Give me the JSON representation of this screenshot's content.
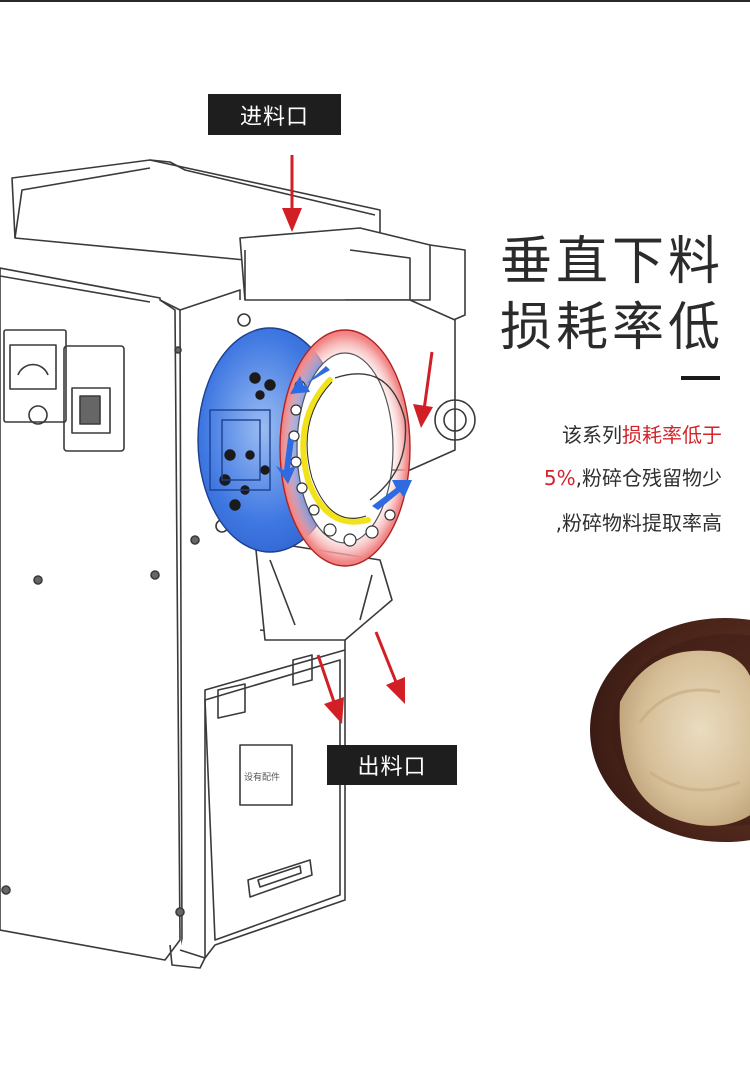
{
  "labels": {
    "feed_inlet": "进料口",
    "discharge_outlet": "出料口"
  },
  "headline": {
    "line1": "垂直下料",
    "line2": "损耗率低"
  },
  "description": {
    "line1_prefix": "该系列",
    "line1_highlight": "损耗率低于",
    "line2_highlight": "5%",
    "line2_rest": ",粉碎仓残留物少",
    "line3": ",粉碎物料提取率高"
  },
  "colors": {
    "highlight": "#d3242c",
    "arrow": "#d21f26",
    "tag_background": "#1e1e1e",
    "chamber_blue": "#3a72e0",
    "chamber_red": "#e03a3a",
    "flow_yellow": "#f2e21b",
    "powder": "#d8c2a0",
    "dish": "#5a2f22"
  },
  "icons": {
    "arrow": "down-arrow-icon"
  }
}
